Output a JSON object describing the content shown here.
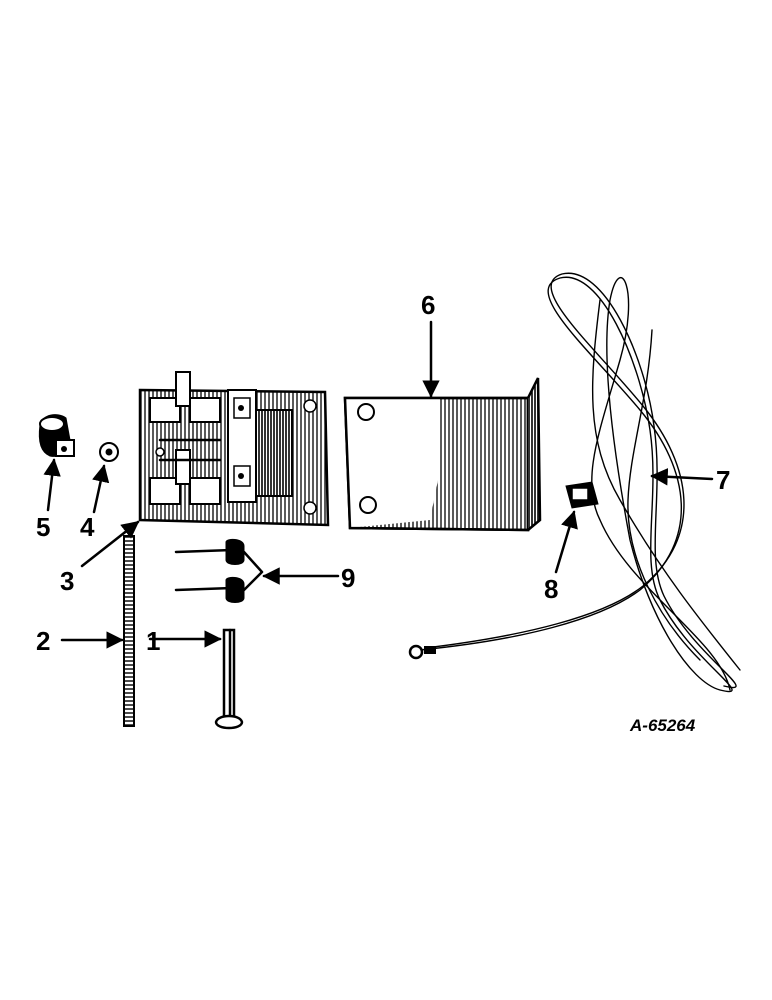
{
  "figure_id": "A-65264",
  "callouts": [
    {
      "number": "1",
      "part": "pin"
    },
    {
      "number": "2",
      "part": "threaded-rod"
    },
    {
      "number": "3",
      "part": "hinge-plate"
    },
    {
      "number": "4",
      "part": "washer"
    },
    {
      "number": "5",
      "part": "clamp"
    },
    {
      "number": "6",
      "part": "angle-bracket"
    },
    {
      "number": "7",
      "part": "cable"
    },
    {
      "number": "8",
      "part": "clip-nut"
    },
    {
      "number": "9",
      "part": "torsion-spring"
    }
  ]
}
